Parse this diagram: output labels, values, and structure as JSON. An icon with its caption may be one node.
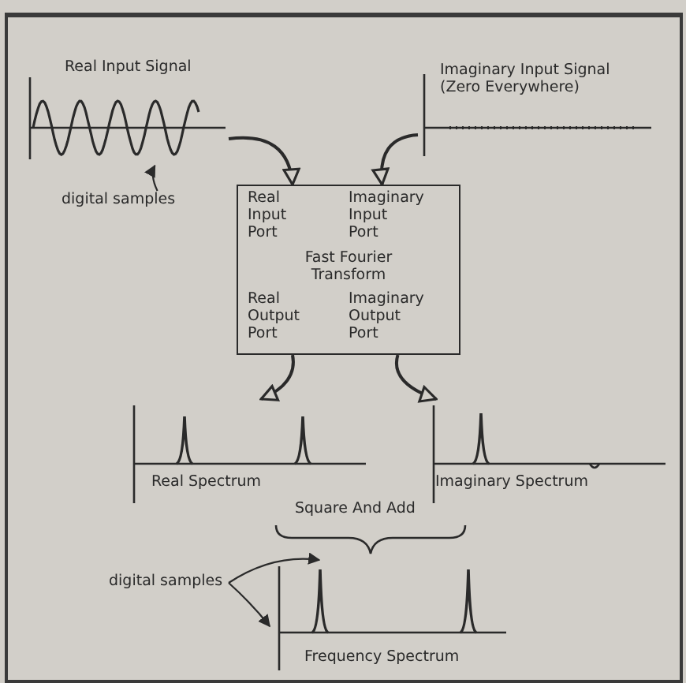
{
  "diagram": {
    "nodes": [
      {
        "text": [
          "Real Input Signal"
        ]
      },
      {
        "text": [
          "digital samples"
        ]
      },
      {
        "text": [
          "Imaginary Input Signal (Zero Everywhere)"
        ]
      },
      {
        "text": [
          "Real Input Port",
          "Imaginary Input Port",
          "Fast Fourier Transform",
          "Real Output Port",
          "Imaginary Output Port"
        ]
      },
      {
        "text": [
          "Real Spectrum"
        ]
      },
      {
        "text": [
          "Imaginary Spectrum"
        ]
      },
      {
        "text": [
          "Frequency Spectrum"
        ]
      },
      {
        "text": [
          "digital samples"
        ]
      }
    ],
    "edges": [
      {
        "from": 0,
        "to": 3,
        "arrow": "to"
      },
      {
        "from": 2,
        "to": 3,
        "arrow": "to"
      },
      {
        "from": 3,
        "to": 4,
        "arrow": "to"
      },
      {
        "from": 3,
        "to": 5,
        "arrow": "to"
      },
      {
        "from": 1,
        "to": 0,
        "arrow": "to"
      },
      {
        "from": 7,
        "to": 6,
        "arrow": "to"
      },
      {
        "from": 7,
        "to": 6,
        "arrow": "to"
      }
    ],
    "labels": [
      "Square And Add"
    ]
  }
}
